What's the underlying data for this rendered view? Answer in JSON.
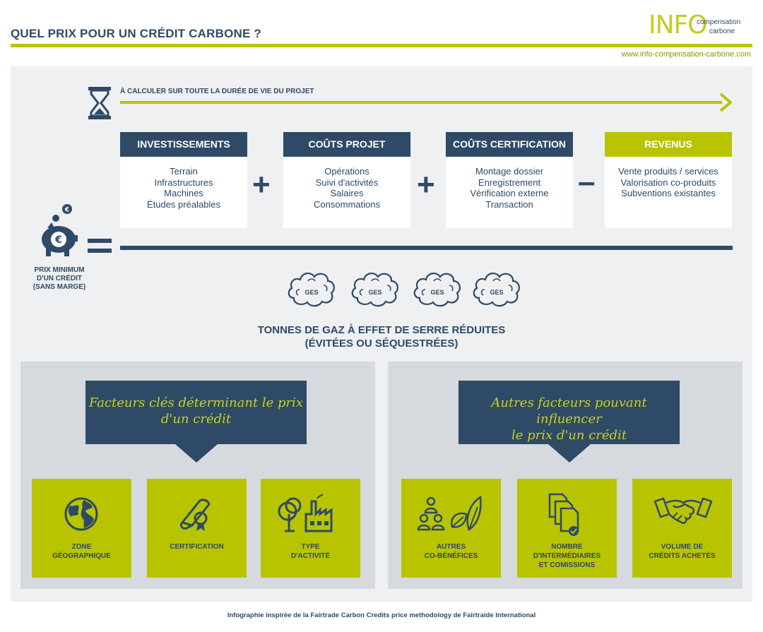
{
  "header": {
    "title": "QUEL PRIX POUR UN CRÉDIT CARBONE ?",
    "logo_text": "INFO",
    "logo_sub1": "compensation",
    "logo_sub2": "carbone",
    "website": "www.info-compensation-carbone.com"
  },
  "timeline": {
    "label": "À CALCULER SUR TOUTE LA DURÉE DE VIE DU PROJET",
    "icon": "hourglass-icon"
  },
  "cost_cards": [
    {
      "title": "INVESTISSEMENTS",
      "items": [
        "Terrain",
        "Infrastructures",
        "Machines",
        "Études préalables"
      ]
    },
    {
      "title": "COÛTS PROJET",
      "items": [
        "Opérations",
        "Suivi d'activités",
        "Salaires",
        "Consommations"
      ]
    },
    {
      "title": "COÛTS CERTIFICATION",
      "items": [
        "Montage dossier",
        "Enregistrement",
        "Vérification externe",
        "Transaction"
      ]
    },
    {
      "title": "REVENUS",
      "items": [
        "Vente produits / services",
        "Valorisation co-produits",
        "Subventions existantes"
      ]
    }
  ],
  "operators": [
    "+",
    "+",
    "–"
  ],
  "result": {
    "label_line1": "PRIX MINIMUM",
    "label_line2": "D'UN CRÉDIT",
    "label_line3": "(SANS MARGE)",
    "icon": "piggy-bank-euro-icon"
  },
  "clouds": [
    "GES",
    "GES",
    "GES",
    "GES"
  ],
  "denominator": {
    "line1": "TONNES DE GAZ À EFFET DE SERRE RÉDUITES",
    "line2": "(ÉVITÉES OU SÉQUESTRÉES)"
  },
  "key_factors": {
    "title_line1": "Facteurs clés déterminant le prix",
    "title_line2": "d'un crédit",
    "tiles": [
      {
        "icon": "globe-icon",
        "line1": "ZONE",
        "line2": "GÉOGRAPHIQUE",
        "line3": ""
      },
      {
        "icon": "certificate-icon",
        "line1": "CERTIFICATION",
        "line2": "",
        "line3": ""
      },
      {
        "icon": "tree-factory-icon",
        "line1": "TYPE",
        "line2": "D'ACTIVITÉ",
        "line3": ""
      }
    ]
  },
  "other_factors": {
    "title_line1": "Autres facteurs pouvant influencer",
    "title_line2": "le prix d'un crédit",
    "tiles": [
      {
        "icon": "people-leaf-icon",
        "line1": "AUTRES",
        "line2": "CO-BÉNÉFICES",
        "line3": ""
      },
      {
        "icon": "documents-icon",
        "line1": "NOMBRE",
        "line2": "D'INTERMÉDIAIRES",
        "line3": "ET COMISSIONS"
      },
      {
        "icon": "handshake-icon",
        "line1": "VOLUME DE",
        "line2": "CRÉDITS ACHETÉS",
        "line3": ""
      }
    ]
  },
  "footer": "Infographie inspirée de la Fairtrade Carbon Credits price methodology de Fairtraide International",
  "colors": {
    "navy": "#2e4a66",
    "lime": "#b9c400",
    "panel": "#eef0f2",
    "subpanel": "#d6dade"
  }
}
